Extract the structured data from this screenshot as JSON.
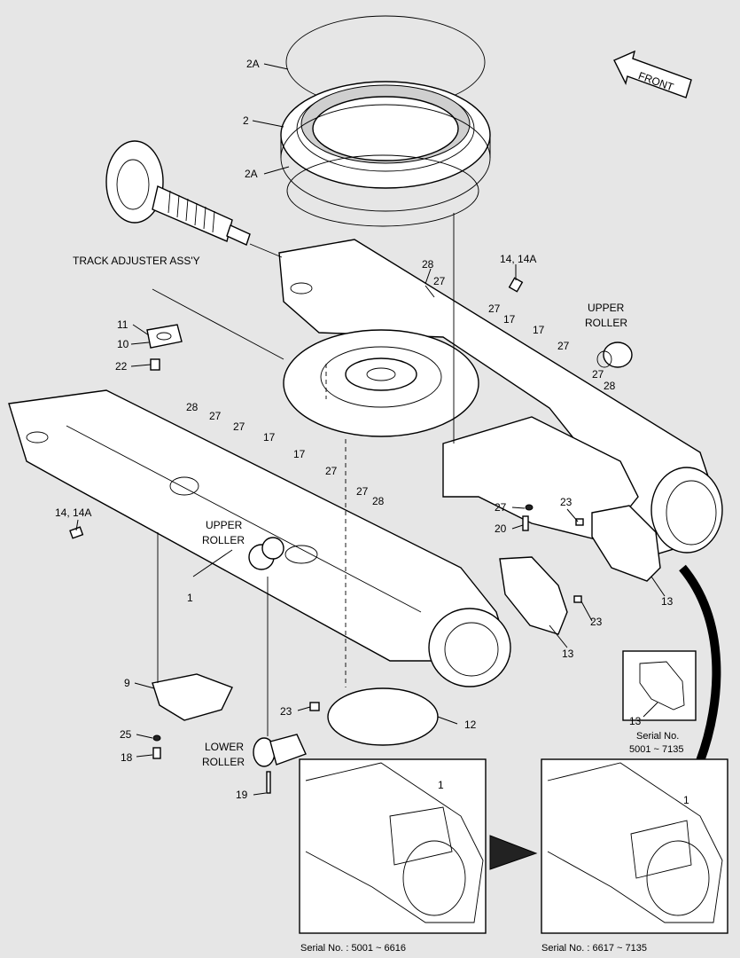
{
  "labels": {
    "l_2a_top": "2A",
    "l_2": "2",
    "l_2a_bot": "2A",
    "front": "FRONT",
    "track_adjuster": "TRACK ADJUSTER ASS'Y",
    "l_28_a": "28",
    "l_27_a": "27",
    "l_14_right": "14, 14A",
    "l_27_b": "27",
    "l_17_a": "17",
    "l_17_b": "17",
    "l_27_c": "27",
    "l_27_d": "27",
    "l_28_b": "28",
    "upper_roller_right_1": "UPPER",
    "upper_roller_right_2": "ROLLER",
    "l_11": "11",
    "l_10": "10",
    "l_22": "22",
    "l_28_c": "28",
    "l_27_e": "27",
    "l_27_f": "27",
    "l_17_c": "17",
    "l_17_d": "17",
    "l_27_g": "27",
    "l_27_h": "27",
    "l_28_d": "28",
    "l_14_left": "14, 14A",
    "upper_roller_left_1": "UPPER",
    "upper_roller_left_2": "ROLLER",
    "l_1_main": "1",
    "l_27_i": "27",
    "l_20": "20",
    "l_23_a": "23",
    "l_23_b": "23",
    "l_13_a": "13",
    "l_13_b": "13",
    "l_13_c": "13",
    "l_9": "9",
    "l_25": "25",
    "l_18": "18",
    "lower_roller_1": "LOWER",
    "lower_roller_2": "ROLLER",
    "l_19": "19",
    "l_23_c": "23",
    "l_12": "12",
    "l_1_inset_a": "1",
    "l_1_inset_b": "1",
    "serial_small_1": "Serial No.",
    "serial_small_2": "5001 ~ 7135",
    "serial_left": "Serial No. : 5001 ~ 6616",
    "serial_right": "Serial No. : 6617 ~ 7135"
  },
  "colors": {
    "background": "#e6e6e6",
    "line": "#000000",
    "part_fill": "#ffffff"
  }
}
